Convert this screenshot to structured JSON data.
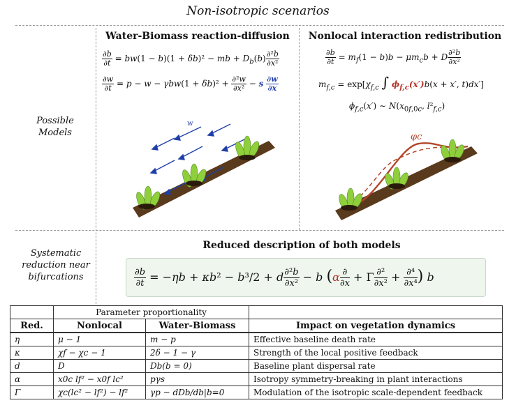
{
  "title": "Non-isotropic scenarios",
  "rows": {
    "models_label": "Possible Models",
    "reduction_label": "Systematic reduction near bifurcations"
  },
  "left_panel": {
    "title": "Water-Biomass reaction-diffusion",
    "wind_label": "w"
  },
  "right_panel": {
    "title": "Nonlocal interaction redistribution",
    "phi_label": "φc"
  },
  "reduced": {
    "title": "Reduced description of both models"
  },
  "table": {
    "group_header": "Parameter proportionality",
    "columns": [
      "Red.",
      "Nonlocal",
      "Water-Biomass",
      "Impact on vegetation dynamics"
    ],
    "rows": [
      {
        "red": "η",
        "nonlocal": "μ − 1",
        "water": "m − p",
        "impact": "Effective baseline death rate"
      },
      {
        "red": "κ",
        "nonlocal": "χf − χc − 1",
        "water": "2δ − 1 − γ",
        "impact": "Strength of the local positive feedback"
      },
      {
        "red": "d",
        "nonlocal": "D",
        "water": "Db(b = 0)",
        "impact": "Baseline plant dispersal rate"
      },
      {
        "red": "α",
        "nonlocal": "x0c lf² − x0f lc²",
        "water": "pγs",
        "impact": "Isotropy symmetry-breaking in plant interactions"
      },
      {
        "red": "Γ",
        "nonlocal": "χc(lc² − lf²) − lf²",
        "water": "γp − dDb/db|b=0",
        "impact": "Modulation of the isotropic scale-dependent feedback"
      }
    ]
  },
  "colors": {
    "slope": "#5a3a1c",
    "plant": "#8fcf3c",
    "arrow": "#1f3fa8",
    "phi": "#b3472a"
  }
}
